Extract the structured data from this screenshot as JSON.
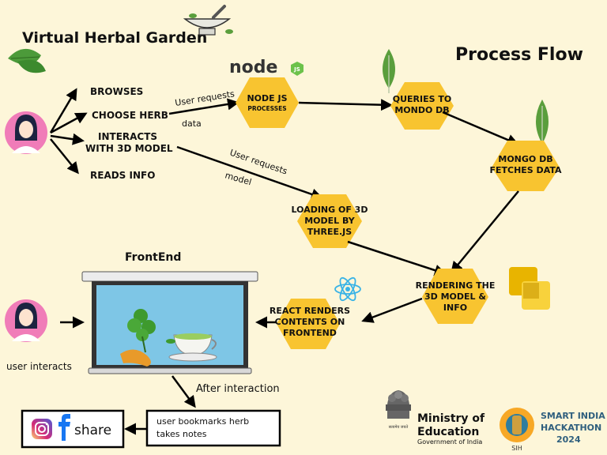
{
  "header": {
    "title": "Virtual Herbal Garden",
    "subtitle": "Process Flow"
  },
  "user_actions": [
    "BROWSES",
    "CHOOSE HERB",
    "INTERACTS",
    "WITH 3D MODEL",
    "READS INFO"
  ],
  "edge_labels": {
    "user_requests_1": "User requests",
    "data": "data",
    "user_requests_2": "User requests",
    "model": "model",
    "after_interaction": "After interaction"
  },
  "nodes": {
    "nodejs_logo": "node",
    "nodejs_logo_js": "JS",
    "nodejs": [
      "NODE JS",
      "PROCESSES"
    ],
    "queries": [
      "QUERIES TO",
      "MONDO DB"
    ],
    "mongo_fetch": [
      "MONGO DB",
      "FETCHES DATA"
    ],
    "loading": [
      "LOADING OF 3D",
      "MODEL BY",
      "THREE.JS"
    ],
    "rendering": [
      "RENDERING THE",
      "3D MODEL &",
      "INFO"
    ],
    "react": [
      "REACT RENDERS",
      "CONTENTS ON",
      "FRONTEND"
    ]
  },
  "frontend": {
    "title": "FrontEnd",
    "user_label": "user interacts"
  },
  "bottom": {
    "share_label": "share",
    "bookmark_text": [
      "user bookmarks herb",
      "takes notes"
    ]
  },
  "footer": {
    "ministry": [
      "Ministry of",
      "Education"
    ],
    "ministry_sub": "Government of India",
    "emblem_caption": "सत्यमेव जयते",
    "sih": [
      "SMART INDIA",
      "HACKATHON",
      "2024"
    ],
    "sih_badge": "SIH"
  },
  "colors": {
    "background": "#fdf6d9",
    "hexagon": "#f8c430",
    "avatar_circle": "#f07cb8",
    "mongo_leaf": "#5a9e3c",
    "react_blue": "#39b3e6",
    "instagram": "#d6249f",
    "facebook": "#1877f2"
  }
}
